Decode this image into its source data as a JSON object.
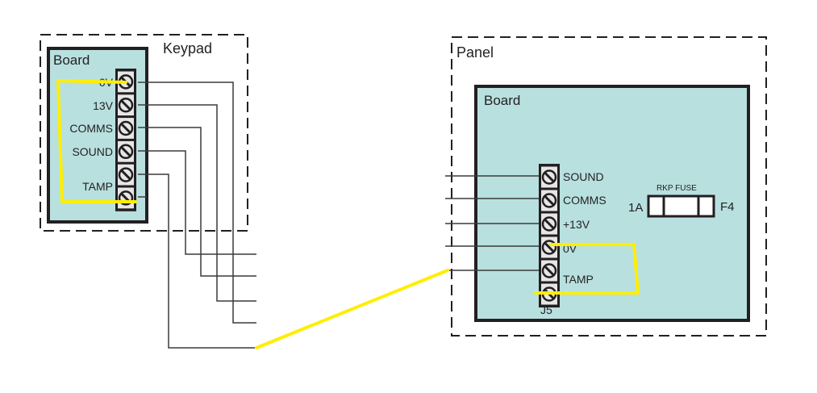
{
  "colors": {
    "board_fill": "#b8e0df",
    "line": "#231f20",
    "link_wire": "#ffee00",
    "terminal_fill": "#e6e6e6"
  },
  "keypad": {
    "enclosure_label": "Keypad",
    "board_label": "Board",
    "terminals": [
      {
        "label": "0V"
      },
      {
        "label": "13V"
      },
      {
        "label": "COMMS"
      },
      {
        "label": "SOUND"
      },
      {
        "label": "TAMP"
      },
      {
        "label": ""
      }
    ]
  },
  "panel": {
    "enclosure_label": "Panel",
    "board_label": "Board",
    "connector_label": "J5",
    "terminals": [
      {
        "label": "SOUND"
      },
      {
        "label": "COMMS"
      },
      {
        "label": "+13V"
      },
      {
        "label": "0V"
      },
      {
        "label": "TAMP"
      },
      {
        "label": ""
      }
    ],
    "fuse": {
      "title": "RKP FUSE",
      "rating": "1A",
      "designator": "F4"
    }
  }
}
